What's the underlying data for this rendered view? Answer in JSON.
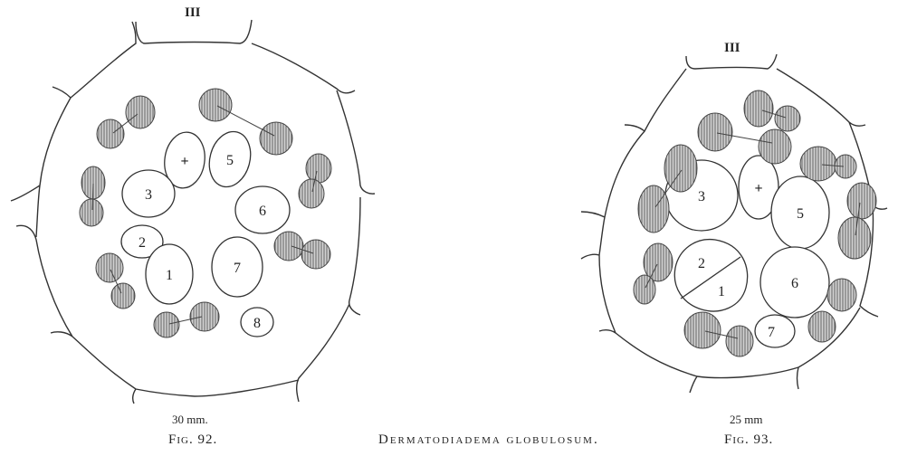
{
  "caption": {
    "title": "Dermatodiadema globulosum.",
    "fig_left": "Fig. 92.",
    "fig_right": "Fig. 93."
  },
  "figures": [
    {
      "ambulacrum_label": "III",
      "scale": "30 mm.",
      "plates": [
        "+",
        "5",
        "3",
        "6",
        "2",
        "1",
        "7",
        "8"
      ]
    },
    {
      "ambulacrum_label": "III",
      "scale": "25 mm",
      "plates": [
        "3",
        "+",
        "5",
        "2",
        "1",
        "6",
        "7"
      ]
    }
  ]
}
